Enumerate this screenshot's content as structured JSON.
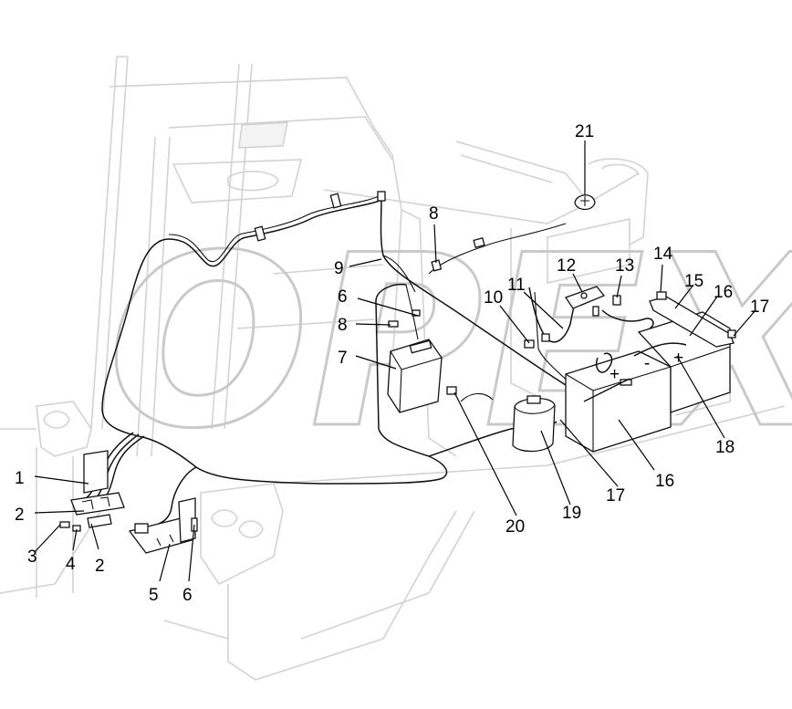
{
  "diagram": {
    "watermark_text": "OPEX",
    "callouts": [
      {
        "id": "c1",
        "label": "1"
      },
      {
        "id": "c2a",
        "label": "2"
      },
      {
        "id": "c2b",
        "label": "2"
      },
      {
        "id": "c3",
        "label": "3"
      },
      {
        "id": "c4",
        "label": "4"
      },
      {
        "id": "c5",
        "label": "5"
      },
      {
        "id": "c6a",
        "label": "6"
      },
      {
        "id": "c6b",
        "label": "6"
      },
      {
        "id": "c7",
        "label": "7"
      },
      {
        "id": "c8a",
        "label": "8"
      },
      {
        "id": "c8b",
        "label": "8"
      },
      {
        "id": "c9",
        "label": "9"
      },
      {
        "id": "c10",
        "label": "10"
      },
      {
        "id": "c11",
        "label": "11"
      },
      {
        "id": "c12",
        "label": "12"
      },
      {
        "id": "c13",
        "label": "13"
      },
      {
        "id": "c14",
        "label": "14"
      },
      {
        "id": "c15",
        "label": "15"
      },
      {
        "id": "c16a",
        "label": "16"
      },
      {
        "id": "c16b",
        "label": "16"
      },
      {
        "id": "c17a",
        "label": "17"
      },
      {
        "id": "c17b",
        "label": "17"
      },
      {
        "id": "c18",
        "label": "18"
      },
      {
        "id": "c19",
        "label": "19"
      },
      {
        "id": "c20",
        "label": "20"
      },
      {
        "id": "c21",
        "label": "21"
      }
    ],
    "battery_terminal_symbols": [
      "+",
      "-",
      "+",
      "-"
    ]
  }
}
